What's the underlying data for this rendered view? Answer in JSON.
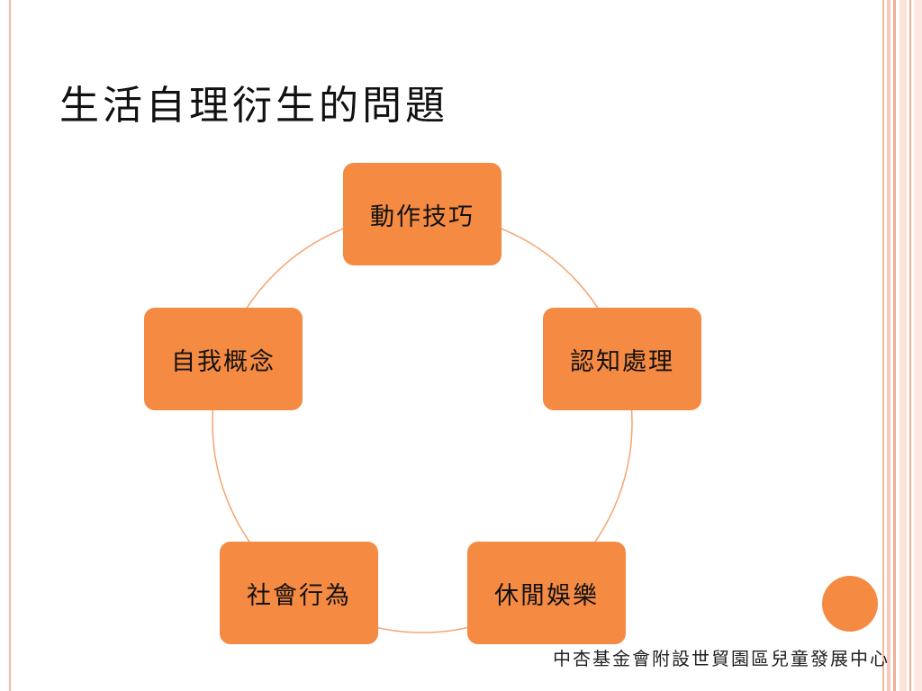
{
  "slide": {
    "title": "生活自理衍生的問題",
    "footer": "中杏基金會附設世貿園區兒童發展中心"
  },
  "diagram": {
    "type": "cycle",
    "nodes": [
      {
        "label": "動作技巧"
      },
      {
        "label": "認知處理"
      },
      {
        "label": "休閒娛樂"
      },
      {
        "label": "社會行為"
      },
      {
        "label": "自我概念"
      }
    ]
  },
  "colors": {
    "node_fill": "#f58a42",
    "ring_stroke": "#f5a46e",
    "border_accent": "#f3b9a6",
    "text": "#111111"
  }
}
